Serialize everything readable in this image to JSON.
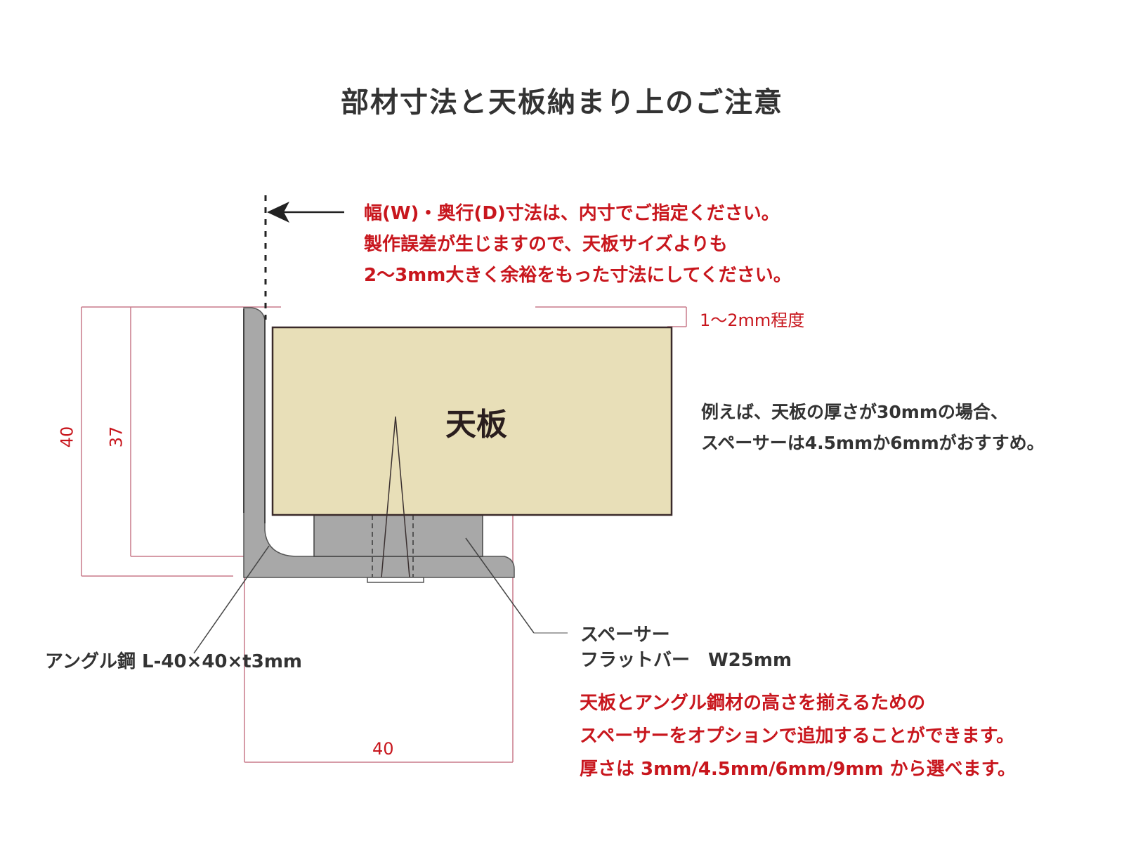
{
  "title": "部材寸法と天板納まり上のご注意",
  "colors": {
    "accent_red": "#c8161d",
    "text_dark": "#333333",
    "dimension_line": "#c87a8a",
    "steel_gray": "#a8a8a8",
    "tabletop_beige": "#e8dfb8",
    "outline": "#3a3030"
  },
  "notes": {
    "inner_dimension": {
      "lines": [
        "幅(W)・奥行(D)寸法は、内寸でご指定ください。",
        "製作誤差が生じますので、天板サイズよりも",
        "2～3mm大きく余裕をもった寸法にしてください。"
      ]
    },
    "gap": "1～2mm程度",
    "example": {
      "lines": [
        "例えば、天板の厚さが30mmの場合、",
        "スペーサーは4.5mmか6mmがおすすめ。"
      ]
    },
    "spacer_option": {
      "lines": [
        "天板とアングル鋼材の高さを揃えるための",
        "スペーサーをオプションで追加することができます。",
        "厚さは 3mm/4.5mm/6mm/9mm から選べます。"
      ]
    }
  },
  "diagram": {
    "tabletop_label": "天板",
    "angle_label": "アングル鋼 L-40×40×t3mm",
    "spacer_label_line1": "スペーサー",
    "spacer_label_line2": "フラットバー　W25mm",
    "dimensions": {
      "outer_height": "40",
      "inner_height": "37",
      "bottom_width": "40"
    }
  }
}
